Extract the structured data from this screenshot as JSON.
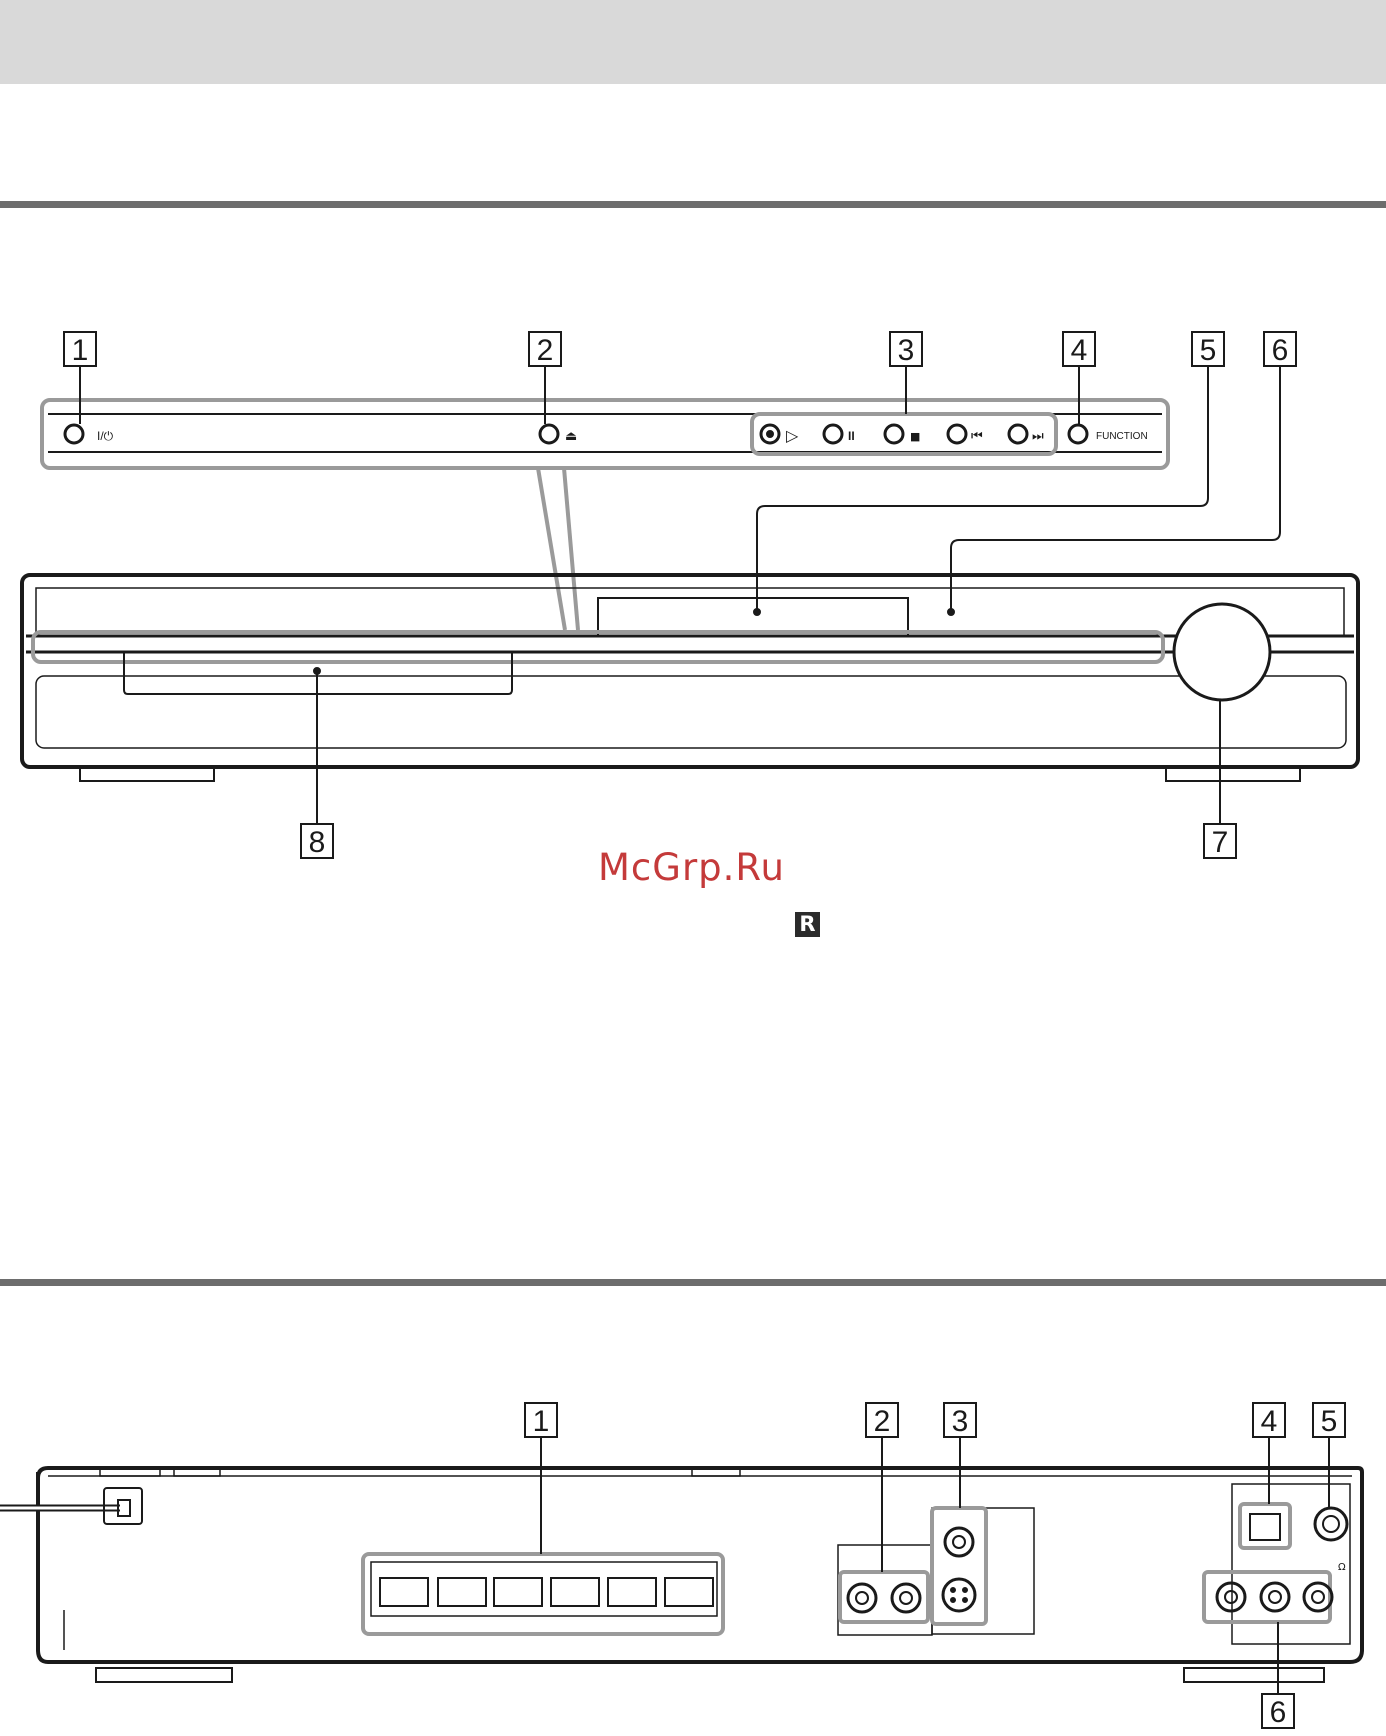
{
  "front_panel": {
    "callouts": [
      "1",
      "2",
      "3",
      "4",
      "5",
      "6",
      "7",
      "8"
    ],
    "button_labels": {
      "power": "I/⏻",
      "eject": "⏏",
      "play": "▷",
      "pause": "II",
      "stop": "■",
      "prev": "⏮",
      "next": "⏭",
      "function": "FUNCTION"
    }
  },
  "watermark": "McGrp.Ru",
  "remote_mark": "R",
  "rear_panel": {
    "callouts": [
      "1",
      "2",
      "3",
      "4",
      "5",
      "6"
    ],
    "ohm_symbol": "Ω"
  }
}
